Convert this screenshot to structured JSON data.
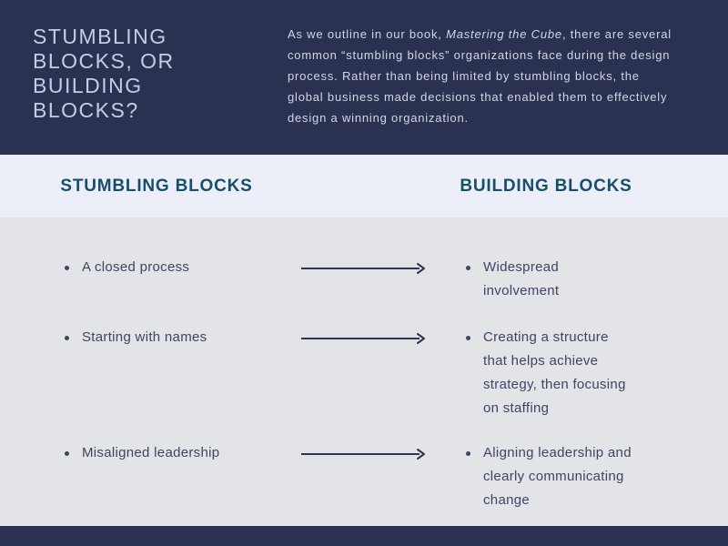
{
  "colors": {
    "dark_navy_bg": "#2b3151",
    "band_bg": "#edeff8",
    "content_bg": "#e2e4e8",
    "title_text": "#c6cce4",
    "paragraph_text": "#d2d7e6",
    "column_header_text": "#174f6a",
    "list_text": "#3e4464",
    "arrow": "#2e3452"
  },
  "hero": {
    "title": "STUMBLING BLOCKS, OR BUILDING BLOCKS?",
    "paragraph": {
      "part1": "As we outline in our book, ",
      "italic": "Mastering the Cube",
      "part2": ", there are several common “stumbling blocks” organizations face during the design process. Rather than being limited by stumbling blocks, the global business made decisions that enabled them to effectively design a winning organization."
    }
  },
  "columns": {
    "left_header": "STUMBLING BLOCKS",
    "right_header": "BUILDING BLOCKS"
  },
  "rows": [
    {
      "left": "A closed process",
      "right": "Widespread involvement"
    },
    {
      "left": "Starting with names",
      "right": "Creating a structure that helps achieve strategy, then focusing on staffing"
    },
    {
      "left": "Misaligned leadership",
      "right": "Aligning leadership and clearly communicating change"
    }
  ],
  "icons": {
    "arrow": "arrow-right"
  }
}
